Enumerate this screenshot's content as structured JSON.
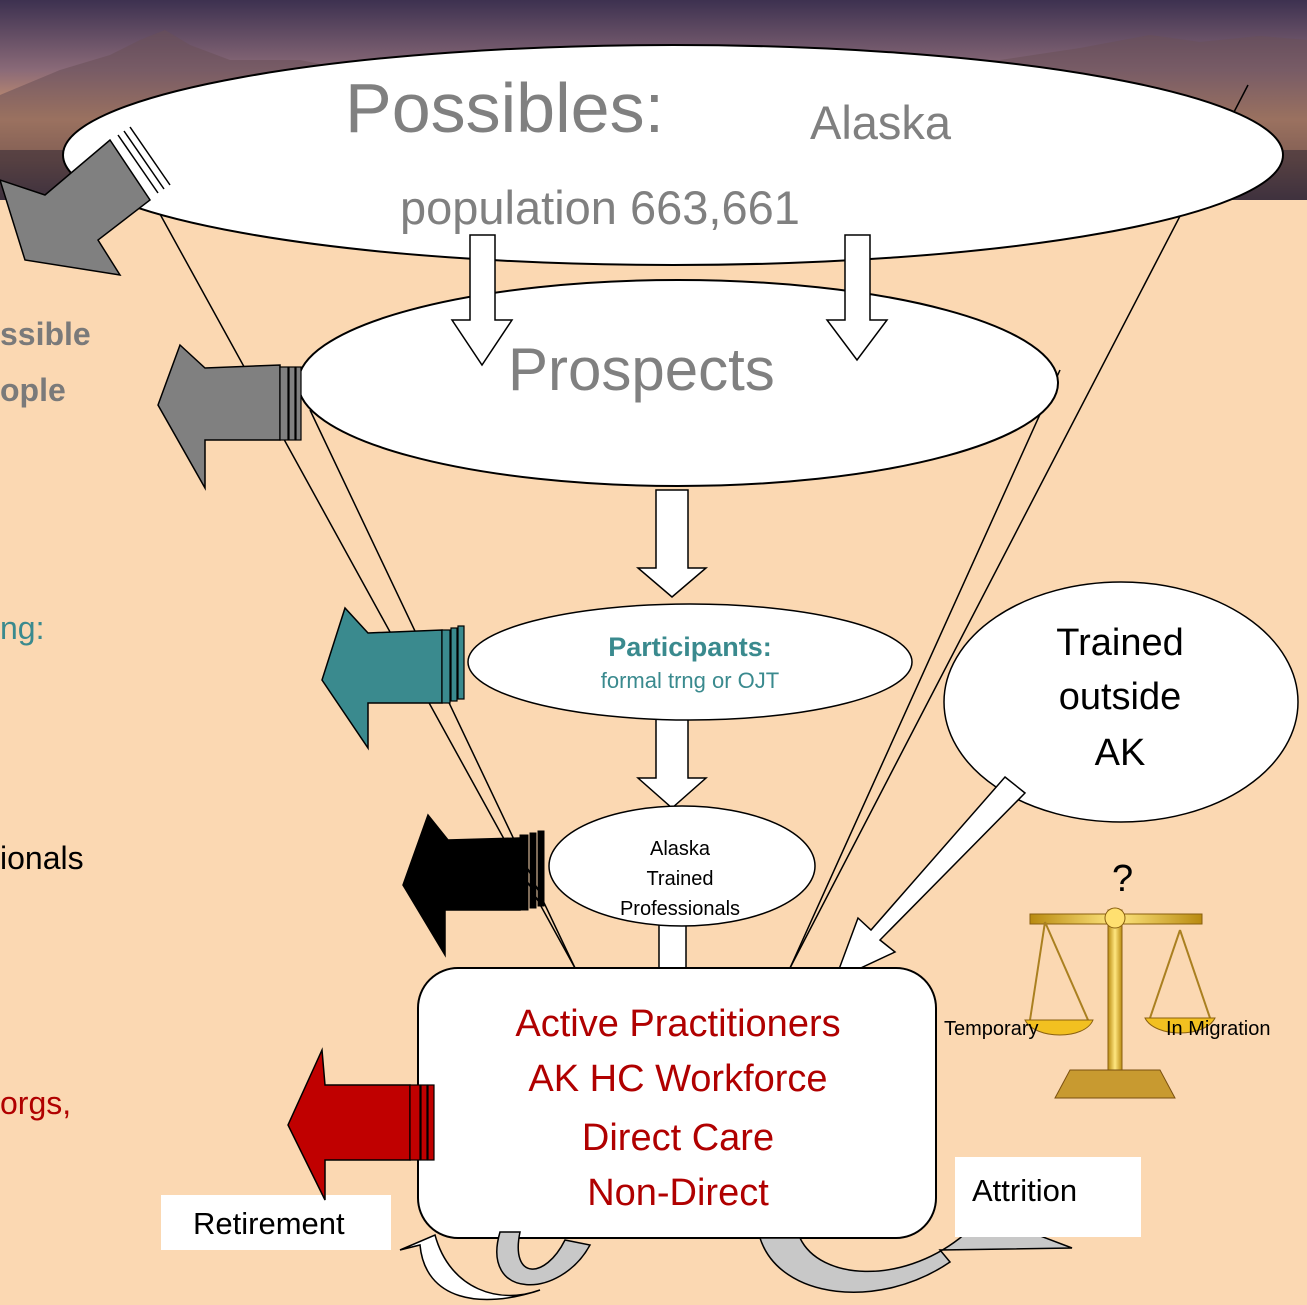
{
  "funnel": {
    "possibles": {
      "title": "Possibles:",
      "detail": "Alaska",
      "line2": "population 663,661"
    },
    "prospects": {
      "title": "Prospects"
    },
    "participants": {
      "title": "Participants:",
      "subtitle": "formal trng or OJT"
    },
    "alaska_trained": {
      "line1": "Alaska",
      "line2": "Trained",
      "line3": "Professionals"
    },
    "trained_outside": {
      "line1": "Trained",
      "line2": "outside",
      "line3": "AK"
    },
    "active": {
      "line1": "Active Practitioners",
      "line2": "AK HC Workforce",
      "line3": "Direct Care",
      "line4": "Non-Direct"
    }
  },
  "left_labels": {
    "possible_line1": "ssible",
    "possible_line2": "ople",
    "training": "ng:",
    "professionals": "ionals",
    "orgs": "orgs,"
  },
  "outflow": {
    "retirement": "Retirement",
    "attrition": "Attrition"
  },
  "scale": {
    "question": "?",
    "left": "Temporary",
    "right": "In Migration"
  },
  "colors": {
    "background": "#fbd8b2",
    "gray_arrow": "#808080",
    "teal": "#3a8a8e",
    "black_arrow": "#000000",
    "red": "#c00000",
    "dark_red_text": "#a50e0e",
    "gray_text": "#7a7a7a"
  }
}
